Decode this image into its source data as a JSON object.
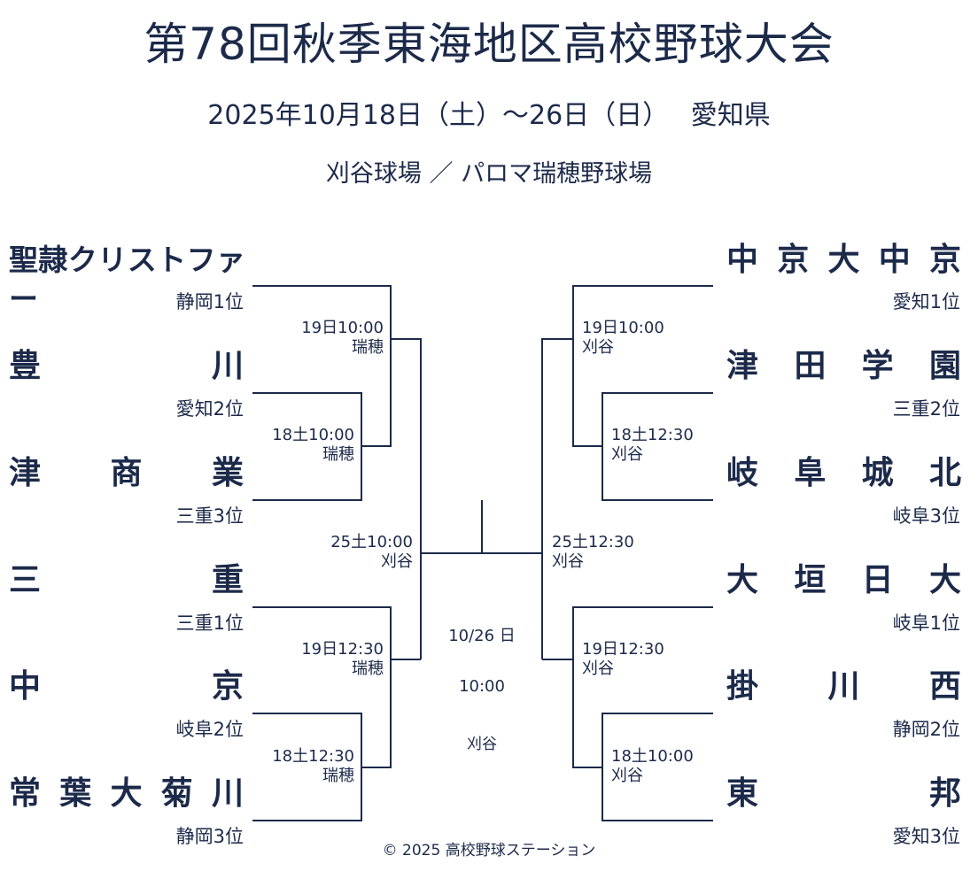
{
  "header": {
    "title": "第78回秋季東海地区高校野球大会",
    "dates": "2025年10月18日（土）～26日（日）　 愛知県",
    "venues": "刈谷球場 ／ パロマ瑞穂野球場"
  },
  "left_teams": [
    {
      "name": "聖隷クリストファー",
      "seed": "静岡1位"
    },
    {
      "name": "豊川",
      "seed": "愛知2位"
    },
    {
      "name": "津商業",
      "seed": "三重3位"
    },
    {
      "name": "三重",
      "seed": "三重1位"
    },
    {
      "name": "中京",
      "seed": "岐阜2位"
    },
    {
      "name": "常葉大菊川",
      "seed": "静岡3位"
    }
  ],
  "right_teams": [
    {
      "name": "中京大中京",
      "seed": "愛知1位"
    },
    {
      "name": "津田学園",
      "seed": "三重2位"
    },
    {
      "name": "岐阜城北",
      "seed": "岐阜3位"
    },
    {
      "name": "大垣日大",
      "seed": "岐阜1位"
    },
    {
      "name": "掛川西",
      "seed": "静岡2位"
    },
    {
      "name": "東邦",
      "seed": "愛知3位"
    }
  ],
  "left_games": [
    {
      "time": "19日10:00",
      "venue": "瑞穂"
    },
    {
      "time": "18土10:00",
      "venue": "瑞穂"
    },
    {
      "time": "25土10:00",
      "venue": "刈谷"
    },
    {
      "time": "19日12:30",
      "venue": "瑞穂"
    },
    {
      "time": "18土12:30",
      "venue": "瑞穂"
    }
  ],
  "right_games": [
    {
      "time": "19日10:00",
      "venue": "刈谷"
    },
    {
      "time": "18土12:30",
      "venue": "刈谷"
    },
    {
      "time": "25土12:30",
      "venue": "刈谷"
    },
    {
      "time": "19日12:30",
      "venue": "刈谷"
    },
    {
      "time": "18土10:00",
      "venue": "刈谷"
    }
  ],
  "final": {
    "date": "10/26 日",
    "time": "10:00",
    "venue": "刈谷"
  },
  "footer": {
    "copyright": "© 2025 高校野球ステーション"
  },
  "colors": {
    "ink": "#1c2a4a"
  }
}
